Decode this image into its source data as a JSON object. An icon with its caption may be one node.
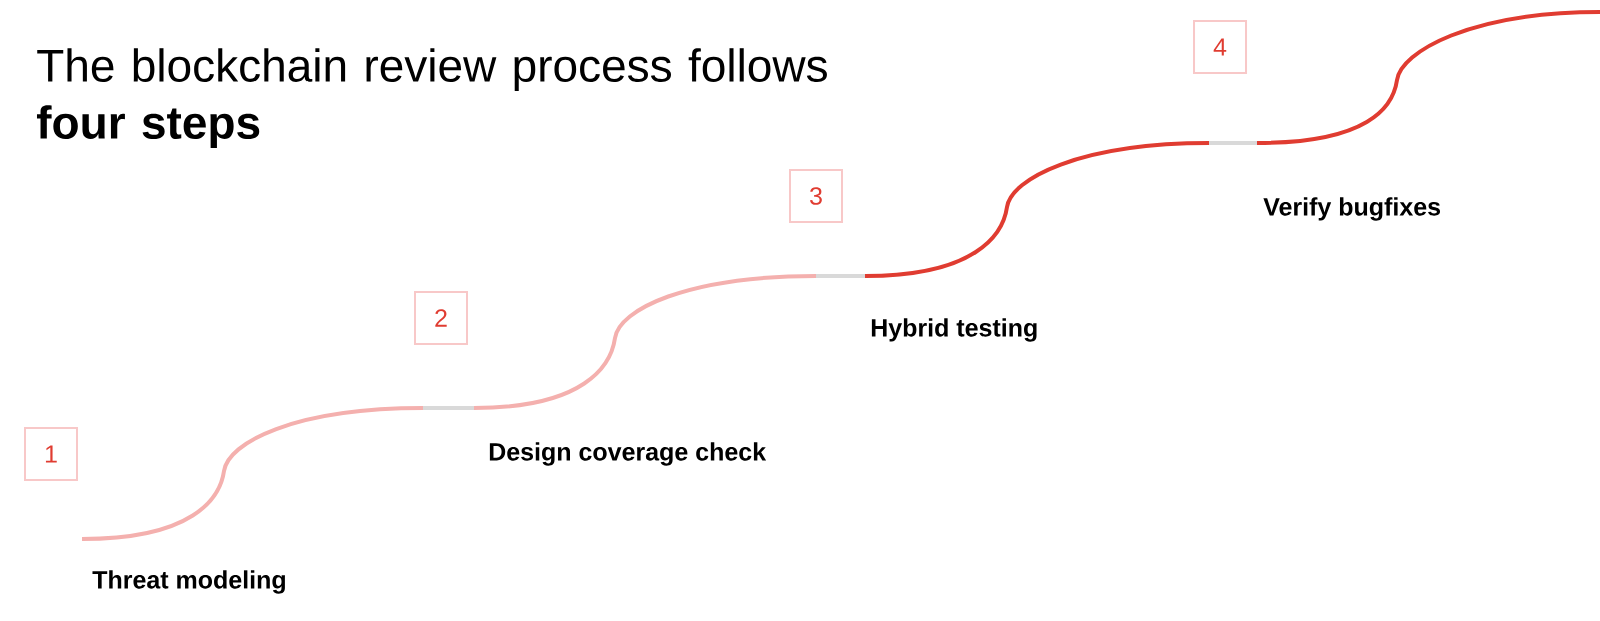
{
  "diagram": {
    "title": "The blockchain review process follows **four steps**",
    "nodes": [
      {
        "text": [
          "1"
        ]
      },
      {
        "text": [
          "2"
        ]
      },
      {
        "text": [
          "3"
        ]
      },
      {
        "text": [
          "4"
        ]
      }
    ],
    "labels": [
      "Verify bugfixes",
      "Hybrid testing",
      "Design coverage check",
      "Threat modeling"
    ]
  }
}
